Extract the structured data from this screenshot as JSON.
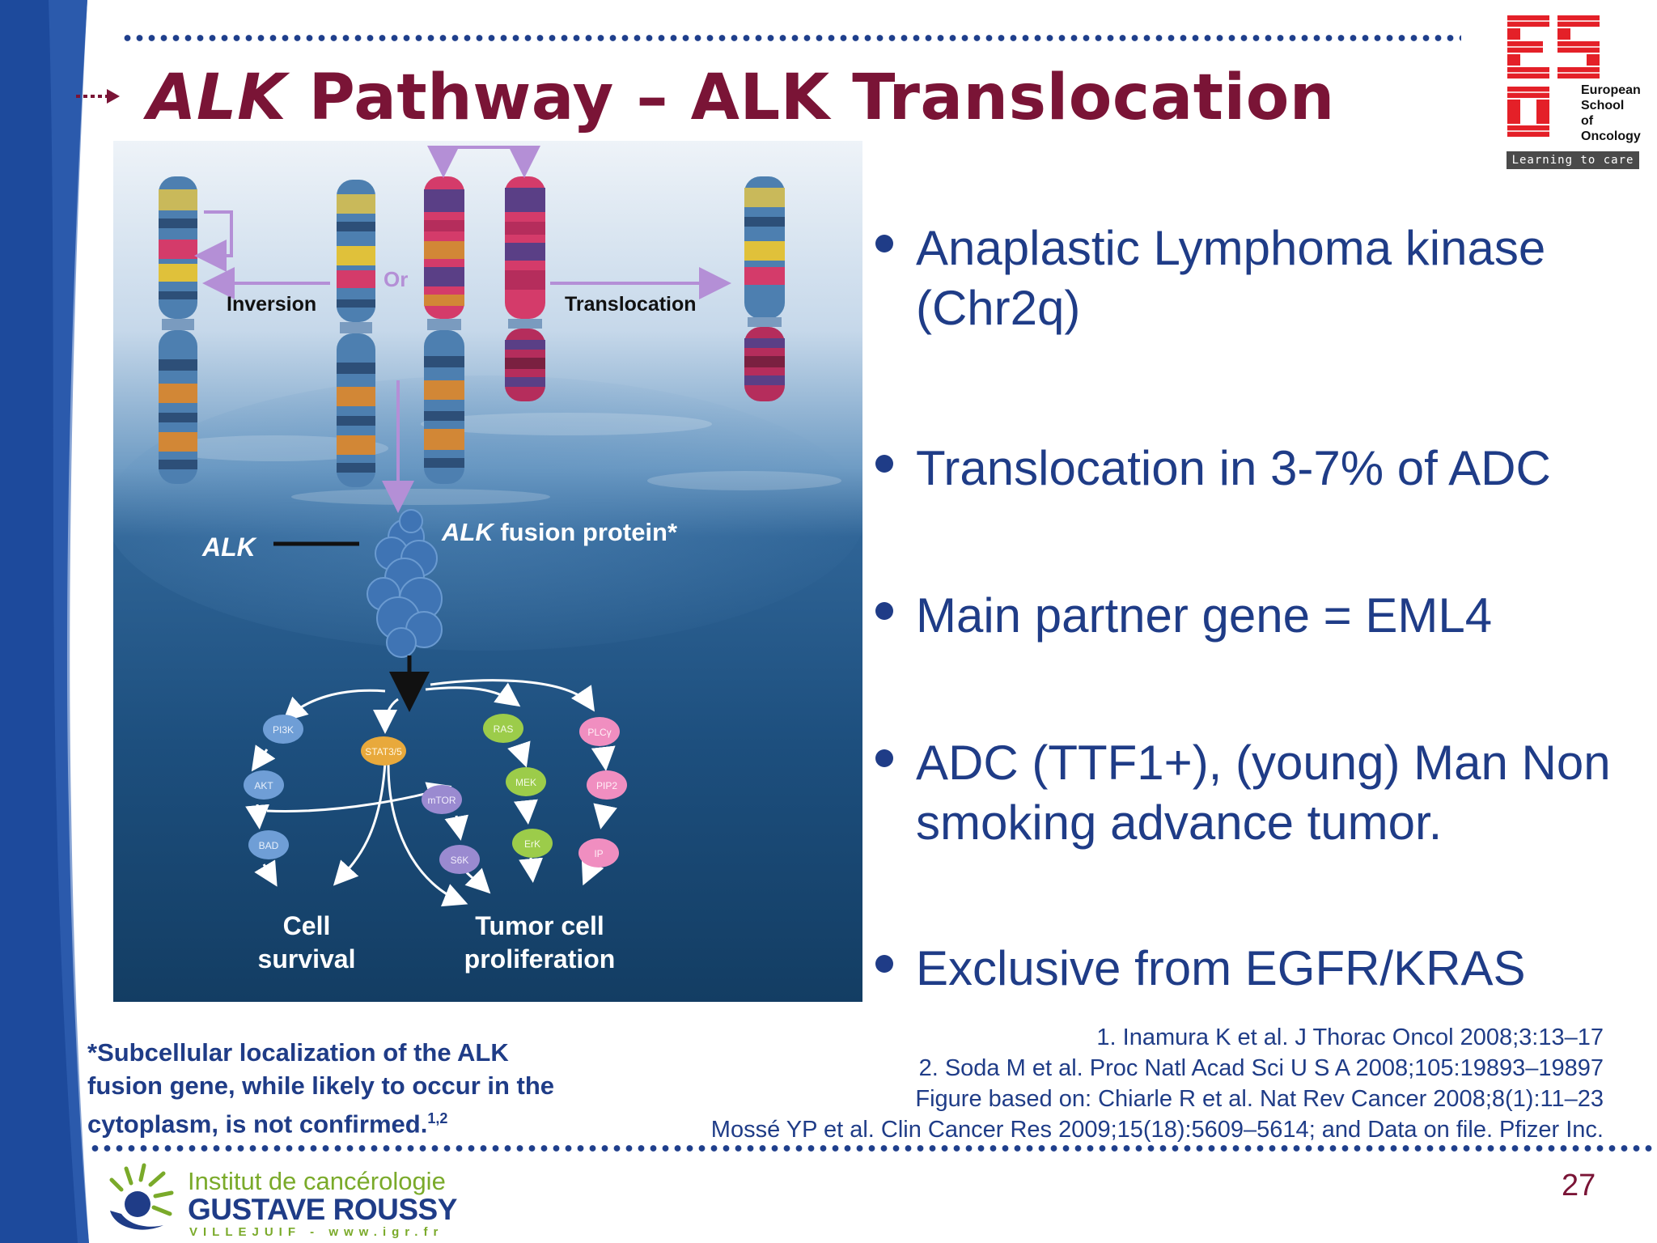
{
  "slide": {
    "title_italic": "ALK",
    "title_rest": " Pathway – ALK Translocation",
    "page_number": "27"
  },
  "figure": {
    "labels": {
      "inversion": "Inversion",
      "or": "Or",
      "translocation": "Translocation",
      "alk": "ALK",
      "fusion_italic": "ALK",
      "fusion_rest": " fusion protein*",
      "cell_survival_1": "Cell",
      "cell_survival_2": "survival",
      "tumor_1": "Tumor cell",
      "tumor_2": "proliferation"
    },
    "nodes": {
      "pi3k": "PI3K",
      "stat": "STAT3/5",
      "ras": "RAS",
      "plc": "PLCγ",
      "akt": "AKT",
      "mtor": "mTOR",
      "mek": "MEK",
      "pip2": "PIP2",
      "bad": "BAD",
      "s6k": "S6K",
      "erk": "ErK",
      "ip": "IP"
    }
  },
  "bullets": [
    "Anaplastic Lymphoma kinase (Chr2q)",
    "Translocation in 3-7% of ADC",
    "Main partner gene = EML4",
    "ADC (TTF1+), (young) Man Non smoking advance tumor.",
    "Exclusive from EGFR/KRAS"
  ],
  "footnote": {
    "text": "*Subcellular localization of the ALK fusion gene, while likely to occur in the cytoplasm, is not confirmed.",
    "sup": "1,2"
  },
  "references": [
    "1. Inamura K et al. J Thorac Oncol 2008;3:13–17",
    "2. Soda M et al. Proc Natl Acad Sci U S A 2008;105:19893–19897",
    "Figure based on: Chiarle R et al. Nat Rev Cancer 2008;8(1):11–23",
    "Mossé YP et al. Clin Cancer Res 2009;15(18):5609–5614; and Data on file. Pfizer Inc."
  ],
  "logos": {
    "eso_name": [
      "European",
      "School",
      "of",
      "Oncology"
    ],
    "eso_tagline": "Learning to care",
    "igr_line1": "Institut de cancérologie",
    "igr_line2": "GUSTAVE ROUSSY",
    "igr_line3": "VILLEJUIF - www.igr.fr"
  },
  "colors": {
    "title": "#7a1436",
    "text_blue": "#1f3c87",
    "sidebar_blue": "#1d4a9c",
    "eso_red": "#e42028",
    "igr_green": "#7aaa2a"
  }
}
